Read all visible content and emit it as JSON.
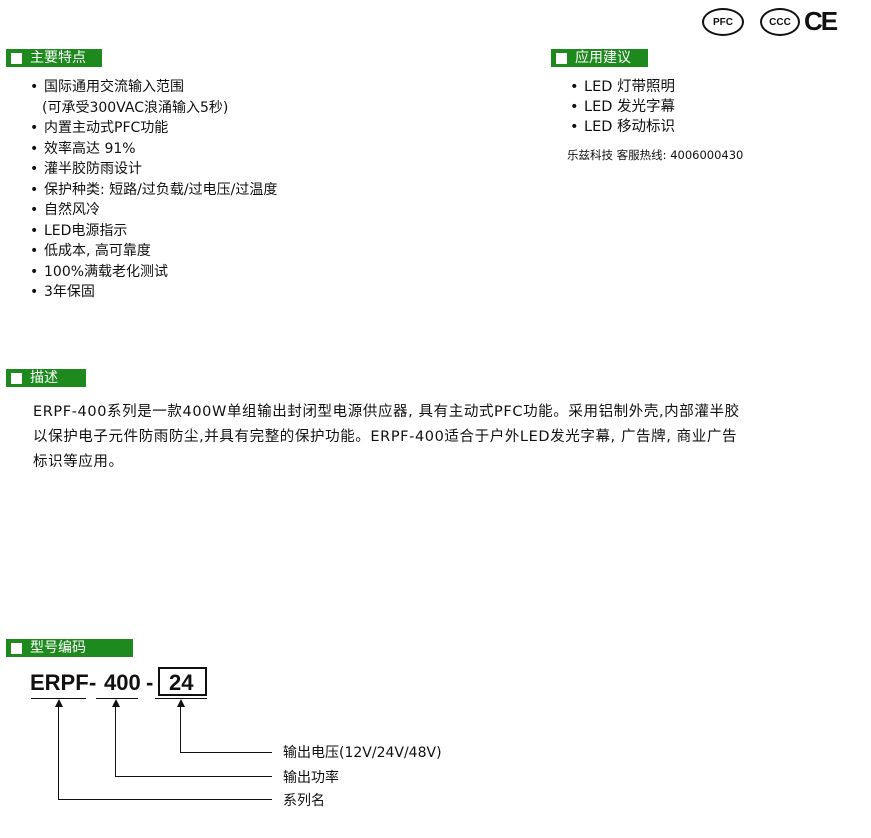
{
  "certs": {
    "pfc": "PFC",
    "ccc": "CCC",
    "ce": "CE"
  },
  "features": {
    "header": "主要特点",
    "items": [
      {
        "main": "国际通用交流输入范围",
        "sub": "(可承受300VAC浪涌输入5秒)"
      },
      {
        "main": "内置主动式PFC功能"
      },
      {
        "main": "效率高达 91%"
      },
      {
        "main": "灌半胶防雨设计"
      },
      {
        "main": "保护种类: 短路/过负载/过电压/过温度"
      },
      {
        "main": "自然风冷"
      },
      {
        "main": "LED电源指示"
      },
      {
        "main": "低成本, 高可靠度"
      },
      {
        "main": "100%满载老化测试"
      },
      {
        "main": "3年保固"
      }
    ]
  },
  "applications": {
    "header": "应用建议",
    "items": [
      "LED 灯带照明",
      "LED 发光字幕",
      "LED 移动标识"
    ],
    "hotline_label": "乐兹科技 客服热线:",
    "hotline_number": "4006000430"
  },
  "description": {
    "header": "描述",
    "lines": [
      "ERPF-400系列是一款400W单组输出封闭型电源供应器, 具有主动式PFC功能。采用铝制外壳,内部灌半胶",
      "以保护电子元件防雨防尘,并具有完整的保护功能。ERPF-400适合于户外LED发光字幕, 广告牌, 商业广告",
      "标识等应用。"
    ]
  },
  "model_code": {
    "header": "型号编码",
    "series": "ERPF",
    "dash1": "-",
    "power": "400",
    "dash2": "-",
    "voltage": "24",
    "labels": {
      "voltage": "输出电压(12V/24V/48V)",
      "power": "输出功率",
      "series": "系列名"
    }
  }
}
